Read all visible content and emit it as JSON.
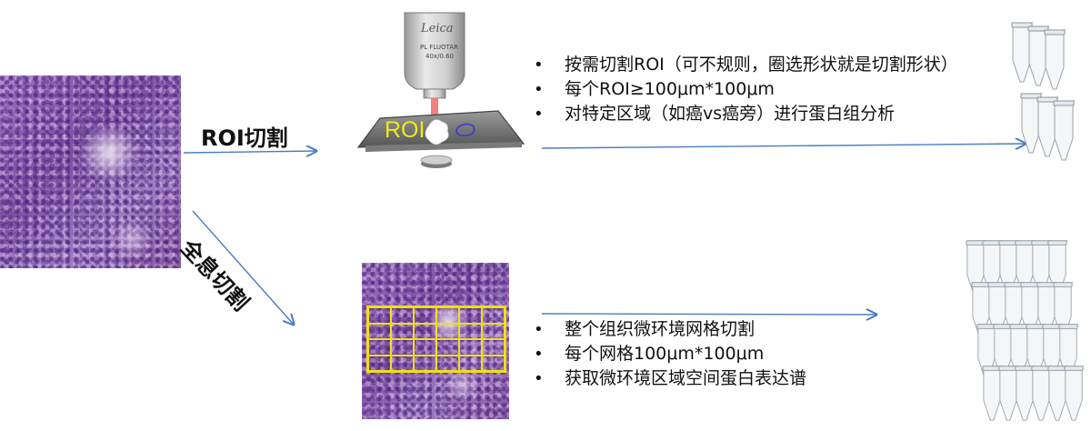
{
  "roi_cut": {
    "label": "ROI切割",
    "roi_text": "ROI",
    "microscope_brand": "Leica",
    "objective_line1": "PL FLUOTAR",
    "objective_line2": "40x/0.60",
    "bullets": [
      "按需切割ROI（可不规则，圈选形状就是切割形状）",
      "每个ROI≥100μm*100μm",
      "对特定区域（如癌vs癌旁）进行蛋白组分析"
    ]
  },
  "whole_cut": {
    "label": "全息切割",
    "bullets": [
      "整个组织微环境网格切割",
      "每个网格100μm*100μm",
      "获取微环境区域空间蛋白表达谱"
    ]
  },
  "colors": {
    "arrow": "#4a7cc4",
    "grid": "#f0e010",
    "laser": "#f06a6a",
    "tissue": "#8d5fb0"
  }
}
